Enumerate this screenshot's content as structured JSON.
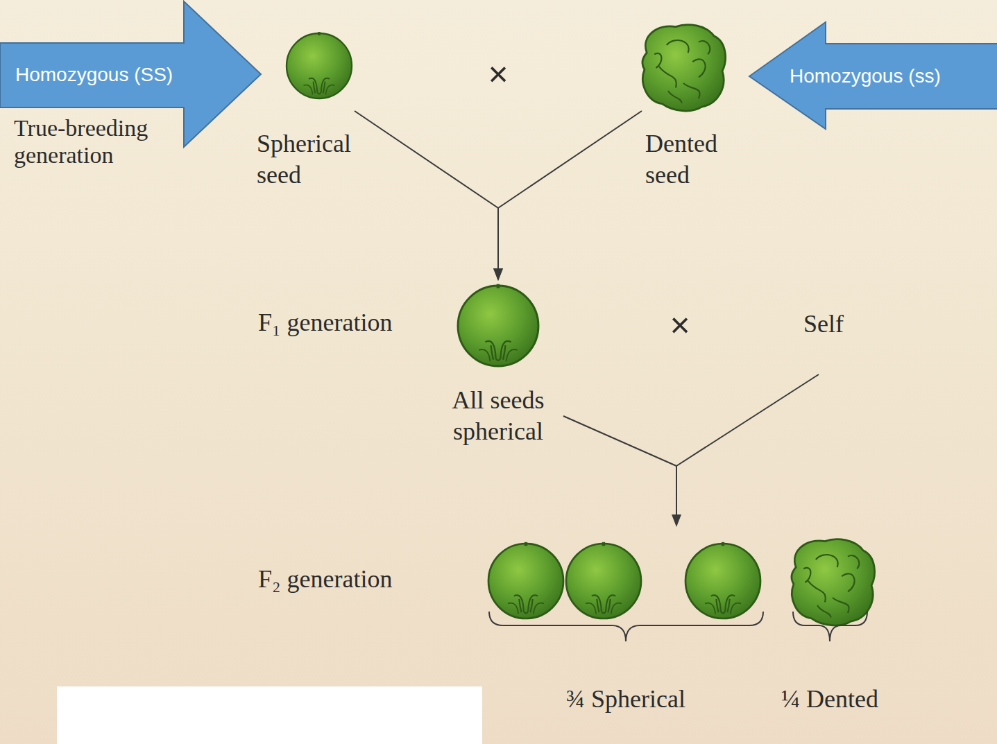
{
  "diagram": {
    "nodes": [
      {
        "text": [
          "Homozygous (SS)"
        ]
      },
      {
        "text": [
          "Spherical seed"
        ]
      },
      {
        "text": [
          "Dented seed"
        ]
      },
      {
        "text": [
          "Homozygous (ss)"
        ]
      },
      {
        "text": [
          "All seeds spherical"
        ]
      }
    ],
    "edges": [
      {
        "from": 1,
        "to": 4,
        "arrow": "to"
      },
      {
        "from": 2,
        "to": 4,
        "arrow": "to"
      }
    ],
    "labels": [
      "True-breeding generation",
      "×",
      "F₁ generation",
      "×",
      "Self",
      "F₂ generation",
      "¾ Spherical",
      "¼ Dented"
    ]
  }
}
